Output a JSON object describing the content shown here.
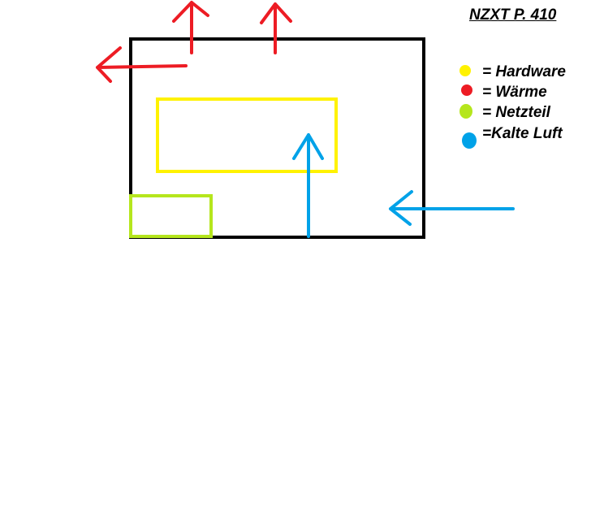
{
  "title": "NZXT P. 410",
  "legend": [
    {
      "label": "= Hardware",
      "color": "#fff200"
    },
    {
      "label": "= Wärme",
      "color": "#ed1c24"
    },
    {
      "label": "= Netzteil",
      "color": "#b5e61d"
    },
    {
      "label": "=Kalte Luft",
      "color": "#00a2e8"
    }
  ],
  "colors": {
    "case": "#000000",
    "hardware": "#fff200",
    "heat": "#ed1c24",
    "psu": "#b5e61d",
    "cold_air": "#00a2e8"
  }
}
